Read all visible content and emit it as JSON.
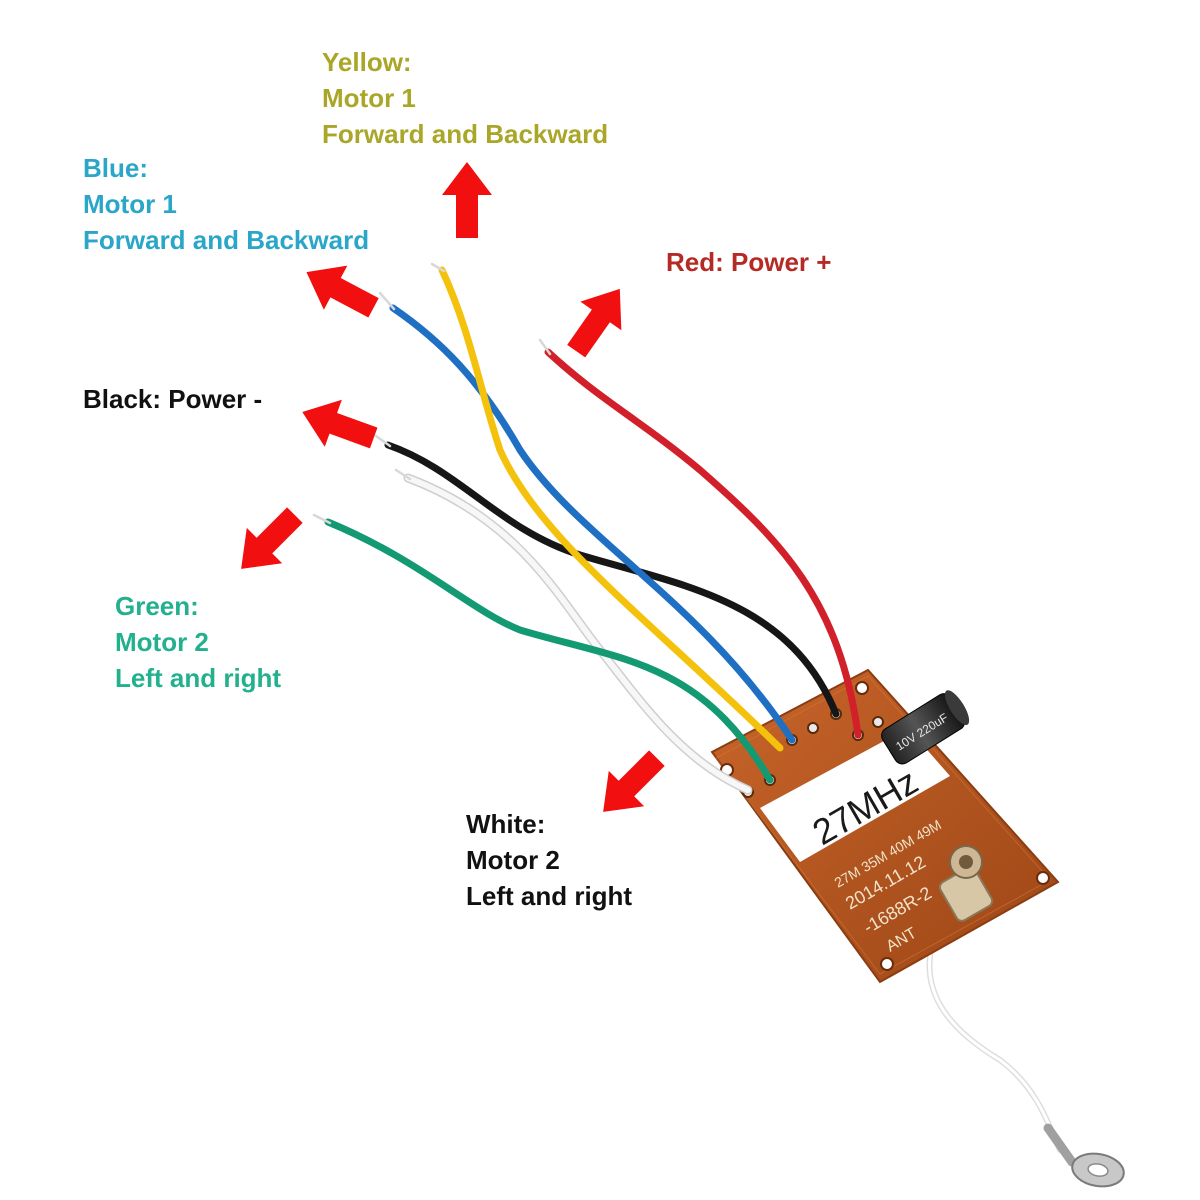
{
  "labels": {
    "yellow": {
      "lines": [
        "Yellow:",
        "Motor 1",
        "Forward and Backward"
      ],
      "color": "#a9a628"
    },
    "blue": {
      "lines": [
        "Blue:",
        "Motor 1",
        "Forward and Backward"
      ],
      "color": "#2aa6c8"
    },
    "red": {
      "lines": [
        "Red: Power +"
      ],
      "color": "#b52a25"
    },
    "black": {
      "lines": [
        "Black: Power -"
      ],
      "color": "#111111"
    },
    "green": {
      "lines": [
        "Green:",
        "Motor 2",
        "Left and right"
      ],
      "color": "#22b08e"
    },
    "white": {
      "lines": [
        "White:",
        "Motor 2",
        "Left and right"
      ],
      "color": "#111111"
    }
  },
  "board": {
    "freq_sticker": "27MHz",
    "freq_options": "27M 35M 40M 49M",
    "date_code": "2014.11.12",
    "model_code": "-1688R-2",
    "ant_label": "ANT",
    "capacitor_text": "10V 220uF"
  },
  "colors": {
    "arrow": "#f20f0f",
    "pcb": "#b5561f",
    "wire_yellow": "#f4c20d",
    "wire_blue": "#1f6fc2",
    "wire_red": "#d1202a",
    "wire_black": "#161616",
    "wire_green": "#139a72",
    "wire_white": "#f4f4f4"
  }
}
